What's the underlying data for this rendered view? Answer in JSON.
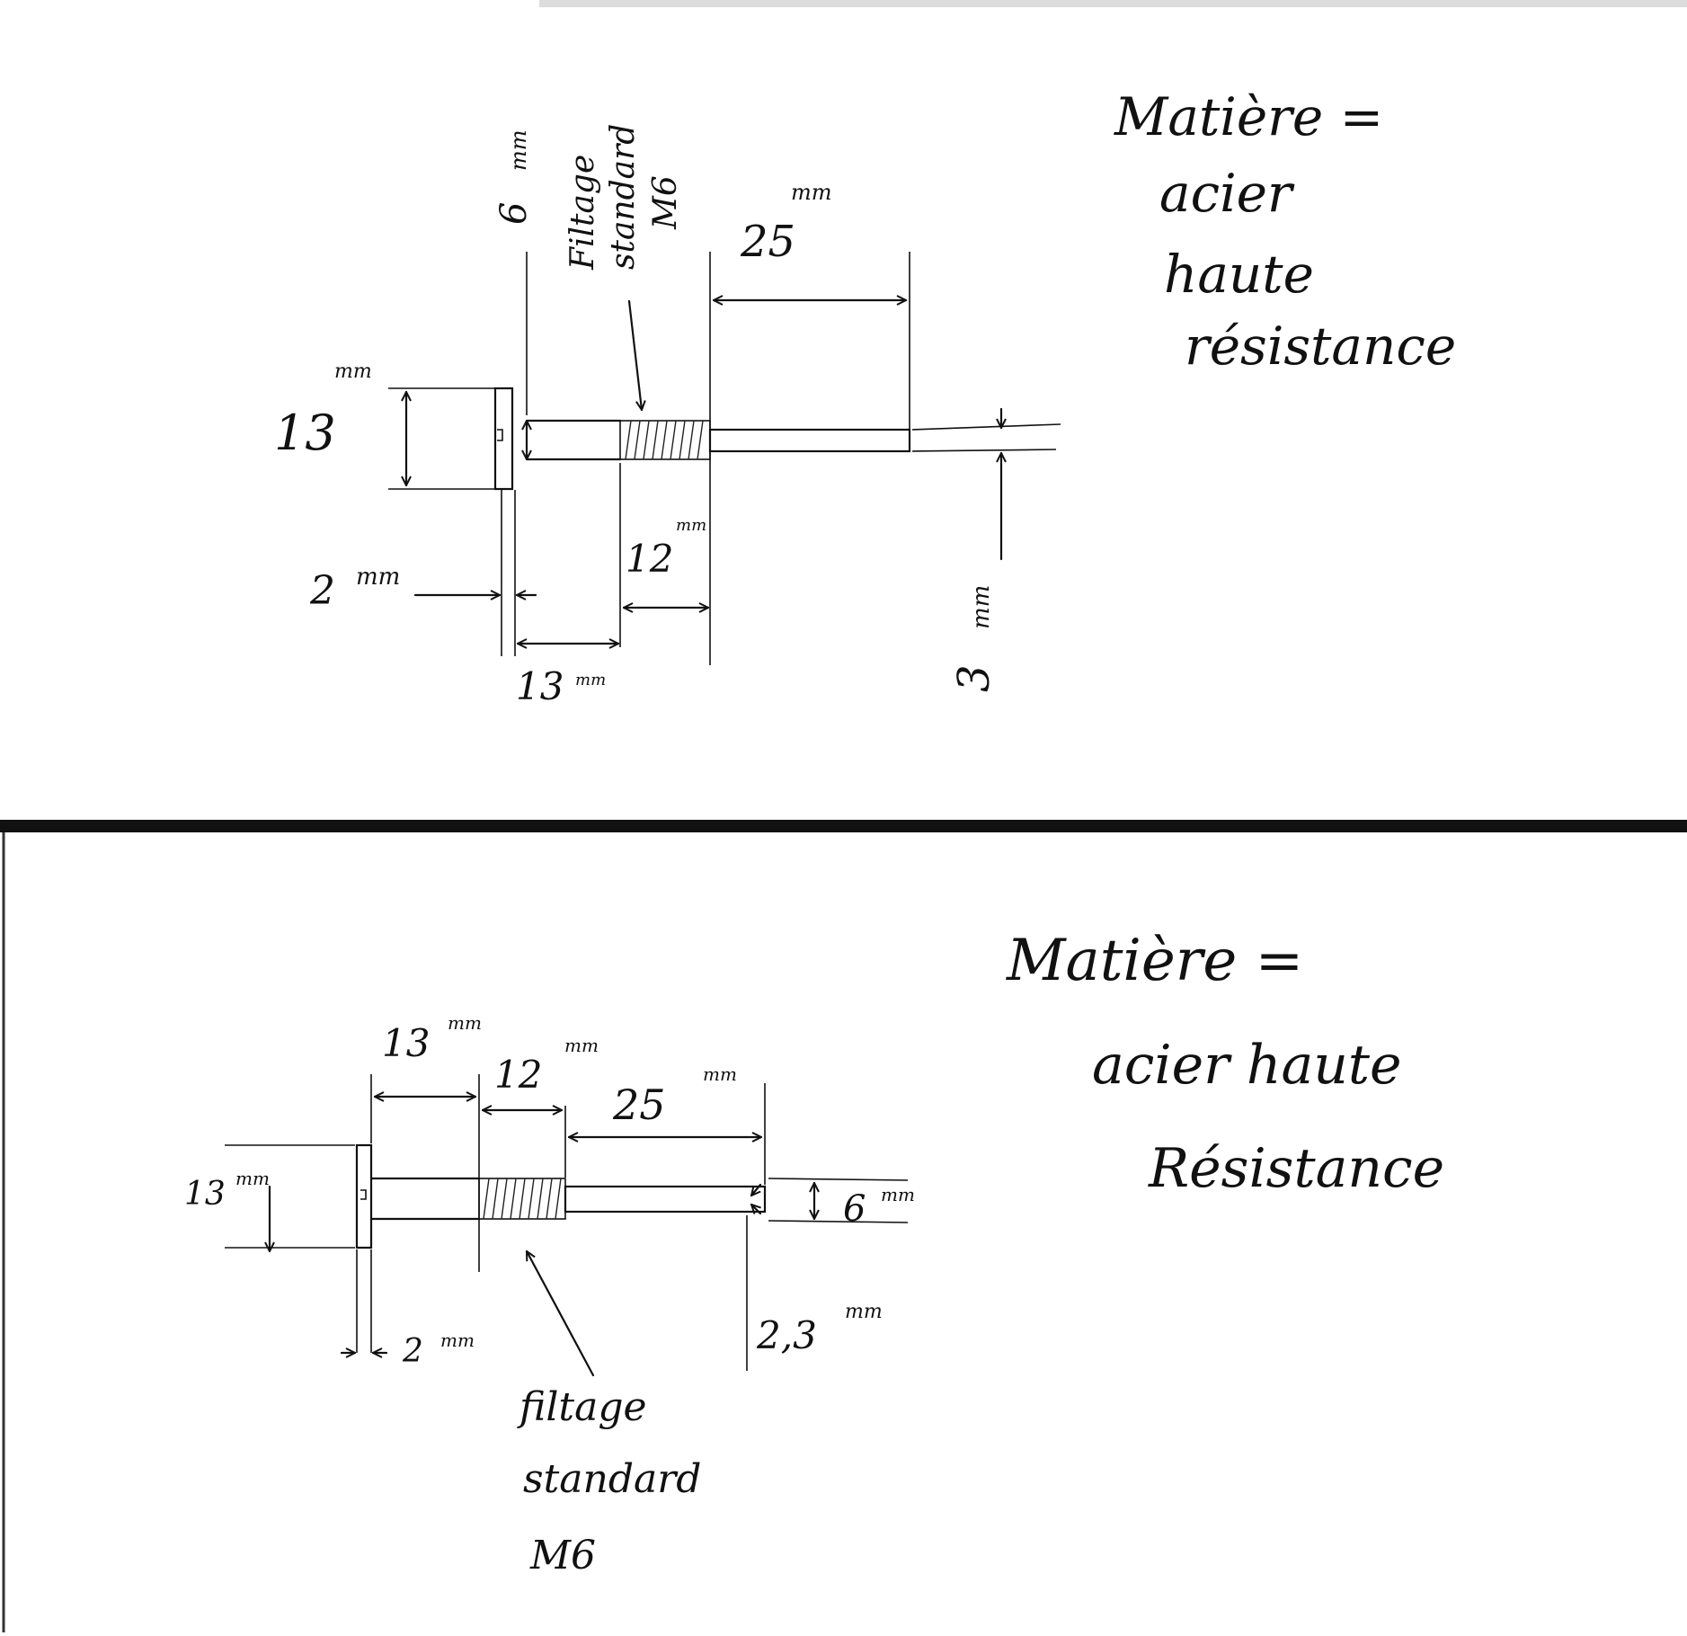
{
  "drawing_top": {
    "dim_head_height": "13",
    "dim_head_height_unit": "mm",
    "dim_shank_diameter": "6",
    "dim_shank_diameter_unit": "mm",
    "thread_note": [
      "Filtage",
      "standard",
      "M6"
    ],
    "dim_tip_length": "25",
    "dim_tip_length_unit": "mm",
    "dim_head_thickness": "2",
    "dim_head_thickness_unit": "mm",
    "dim_plain_length": "13",
    "dim_plain_length_unit": "mm",
    "dim_thread_length": "12",
    "dim_thread_length_unit": "mm",
    "dim_tip_diameter": "3",
    "dim_tip_diameter_unit": "mm",
    "material": [
      "Matière =",
      "acier",
      "haute",
      "résistance"
    ]
  },
  "drawing_bottom": {
    "dim_plain_length": "13",
    "dim_plain_length_unit": "mm",
    "dim_thread_length": "12",
    "dim_thread_length_unit": "mm",
    "dim_tip_length": "25",
    "dim_tip_length_unit": "mm",
    "dim_head_height": "13",
    "dim_head_height_unit": "mm",
    "dim_shank_diameter": "6",
    "dim_shank_diameter_unit": "mm",
    "dim_head_thickness": "2",
    "dim_head_thickness_unit": "mm",
    "dim_tip_diameter": "2,3",
    "dim_tip_diameter_unit": "mm",
    "thread_note": [
      "filtage",
      "standard",
      "M6"
    ],
    "material": [
      "Matière =",
      "acier haute",
      "Résistance"
    ]
  }
}
